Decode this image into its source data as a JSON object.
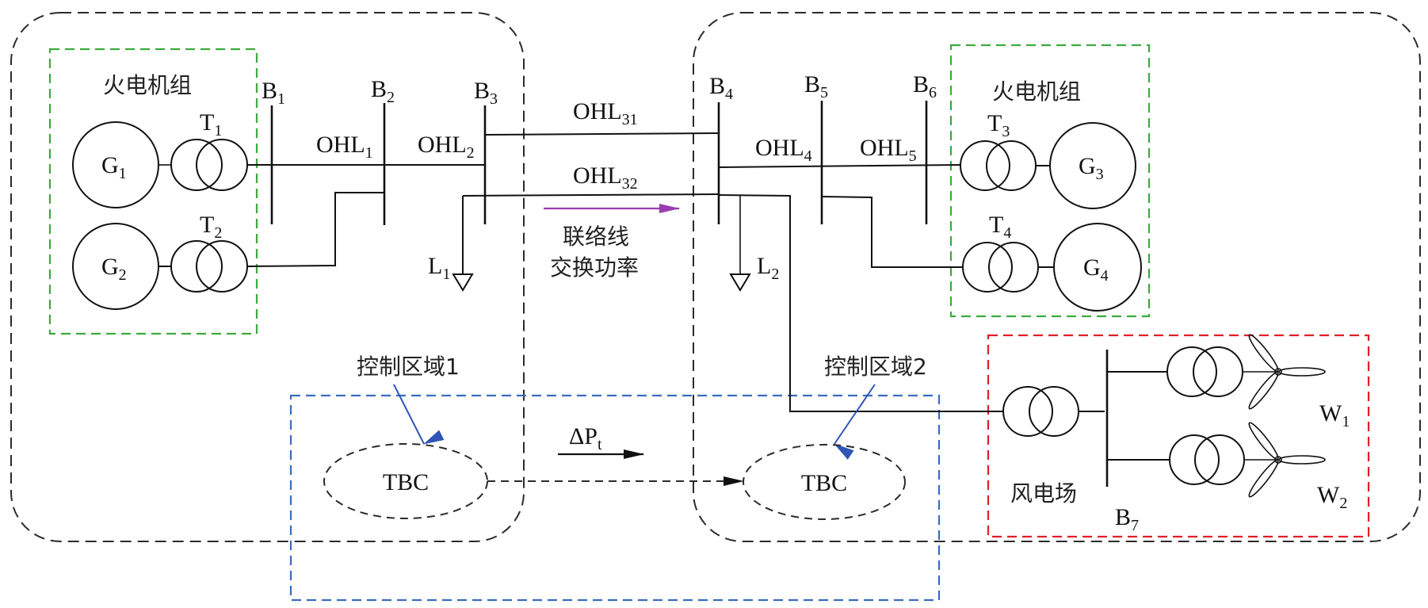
{
  "colors": {
    "region_border": "#2b2b2b",
    "thermal_box": "#3cab3c",
    "wind_box": "#e21e26",
    "control_box": "#3a6cc0",
    "tie_power_arrow": "#9b3bb0",
    "pointer_arrow": "#2f55b5"
  },
  "groups": {
    "thermal_left": "火电机组",
    "thermal_right": "火电机组",
    "wind_farm": "风电场"
  },
  "generators": [
    {
      "id": "G1",
      "main": "G",
      "sub": "1"
    },
    {
      "id": "G2",
      "main": "G",
      "sub": "2"
    },
    {
      "id": "G3",
      "main": "G",
      "sub": "3"
    },
    {
      "id": "G4",
      "main": "G",
      "sub": "4"
    }
  ],
  "transformers": [
    {
      "id": "T1",
      "main": "T",
      "sub": "1"
    },
    {
      "id": "T2",
      "main": "T",
      "sub": "2"
    },
    {
      "id": "T3",
      "main": "T",
      "sub": "3"
    },
    {
      "id": "T4",
      "main": "T",
      "sub": "4"
    }
  ],
  "buses": [
    {
      "id": "B1",
      "main": "B",
      "sub": "1"
    },
    {
      "id": "B2",
      "main": "B",
      "sub": "2"
    },
    {
      "id": "B3",
      "main": "B",
      "sub": "3"
    },
    {
      "id": "B4",
      "main": "B",
      "sub": "4"
    },
    {
      "id": "B5",
      "main": "B",
      "sub": "5"
    },
    {
      "id": "B6",
      "main": "B",
      "sub": "6"
    },
    {
      "id": "B7",
      "main": "B",
      "sub": "7"
    }
  ],
  "lines": [
    {
      "id": "OHL1",
      "main": "OHL",
      "sub": "1"
    },
    {
      "id": "OHL2",
      "main": "OHL",
      "sub": "2"
    },
    {
      "id": "OHL31",
      "main": "OHL",
      "sub": "31"
    },
    {
      "id": "OHL32",
      "main": "OHL",
      "sub": "32"
    },
    {
      "id": "OHL4",
      "main": "OHL",
      "sub": "4"
    },
    {
      "id": "OHL5",
      "main": "OHL",
      "sub": "5"
    }
  ],
  "loads": [
    {
      "id": "L1",
      "main": "L",
      "sub": "1"
    },
    {
      "id": "L2",
      "main": "L",
      "sub": "2"
    }
  ],
  "wind_turbines": [
    {
      "id": "W1",
      "main": "W",
      "sub": "1"
    },
    {
      "id": "W2",
      "main": "W",
      "sub": "2"
    }
  ],
  "tie_line_power": {
    "line1": "联络线",
    "line2": "交换功率"
  },
  "control_areas": [
    {
      "label": "控制区域1",
      "controller": "TBC"
    },
    {
      "label": "控制区域2",
      "controller": "TBC"
    }
  ],
  "delta_p": {
    "main": "ΔP",
    "sub": "t"
  }
}
